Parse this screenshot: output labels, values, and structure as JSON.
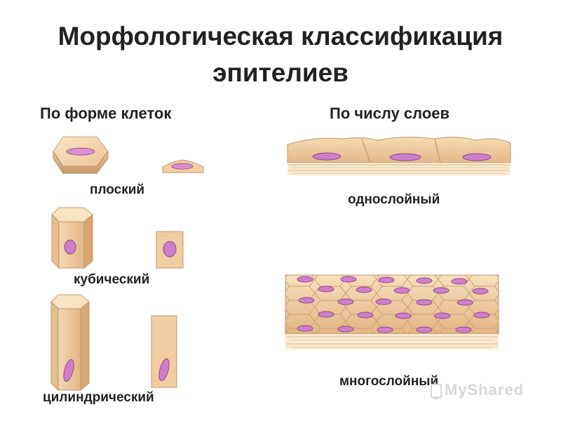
{
  "title": {
    "line1": "Морфологическая классификация",
    "line2": "эпителиев"
  },
  "columns": {
    "shape": {
      "heading": "По форме клеток",
      "types": [
        {
          "label": "плоский"
        },
        {
          "label": "кубический"
        },
        {
          "label": "цилиндрический"
        }
      ]
    },
    "layers": {
      "heading": "По числу слоев",
      "types": [
        {
          "label": "однослойный"
        },
        {
          "label": "многослойный"
        }
      ]
    }
  },
  "watermark": {
    "text": "MyShared"
  },
  "colors": {
    "cell_fill": "#f1d2a8",
    "cell_edge": "#c9a27a",
    "nucleus": "#c77cc0",
    "nucleus_edge": "#8e4a8c"
  }
}
